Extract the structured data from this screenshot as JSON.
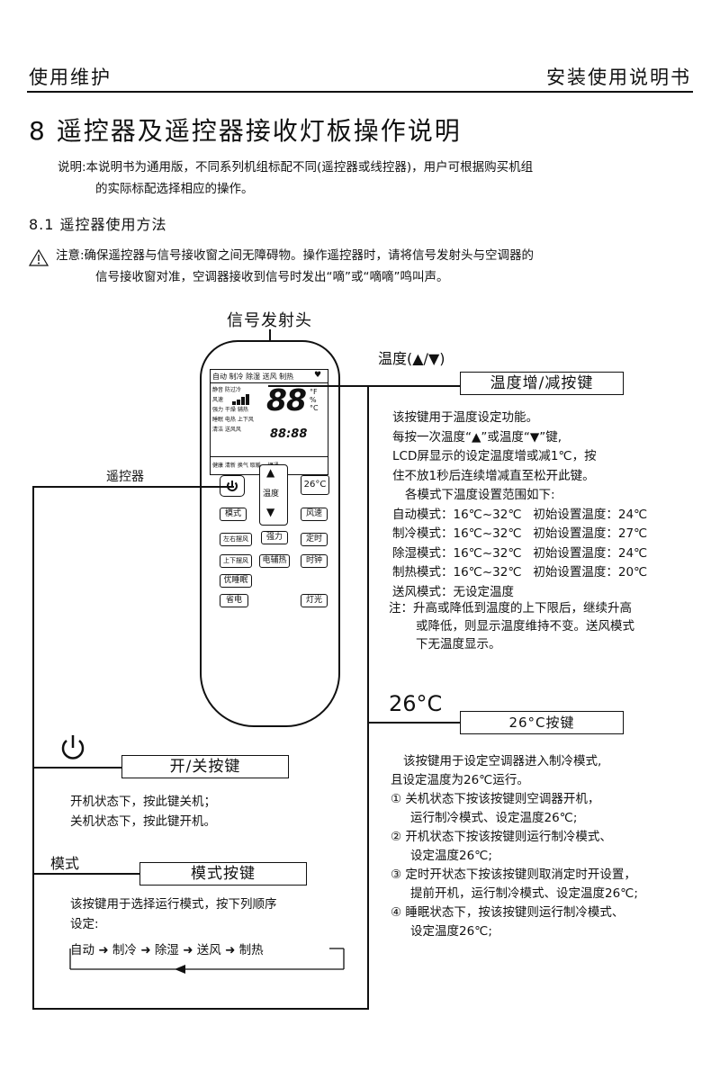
{
  "header": {
    "left": "使用维护",
    "right": "安装使用说明书"
  },
  "title": "8 遥控器及遥控器接收灯板操作说明",
  "intro": [
    "说明:本说明书为通用版，不同系列机组标配不同(遥控器或线控器)，用户可根据购买机组",
    "的实际标配选择相应的操作。"
  ],
  "section": "8.1 遥控器使用方法",
  "caution": [
    "注意:确保遥控器与信号接收窗之间无障碍物。操作遥控器时，请将信号发射头与空调器的",
    "信号接收窗对准，空调器接收到信号时发出“嘀”或“嘀嘀”鸣叫声。"
  ],
  "labels": {
    "emitter": "信号发射头",
    "remote": "遥控器",
    "temp_small": "温度(▲/▼)",
    "c26_big": "26°C",
    "mode_small": "模式"
  },
  "remote": {
    "lcd_top": "自动 制冷 除湿 送风 制热",
    "lcd_digits": "88",
    "lcd_left": [
      "静音 防过冷",
      "风速",
      "强力 干燥 辅热",
      "睡眠 电热 上下风",
      "清洁   送风风"
    ],
    "lcd_time": "88:88",
    "lcd_bottom": "健康 清新 换气 取暖 一键通",
    "buttons": {
      "temp_label": "温度",
      "c26": "26°C",
      "mode": "模式",
      "fan": "风速",
      "swing_lr": "左右摆风",
      "turbo": "强力",
      "timer": "定时",
      "swing_ud": "上下摆风",
      "heater": "电辅热",
      "clock": "时钟",
      "sleep": "优睡眠",
      "eco": "省电",
      "light": "灯光"
    }
  },
  "temp_key": {
    "title": "温度增/减按键",
    "lines": [
      "该按键用于温度设定功能。",
      "每按一次温度“▲”或温度“▼”键,",
      "LCD屏显示的设定温度增或减1℃，按",
      "住不放1秒后连续增减直至松开此键。",
      "各模式下温度设置范围如下:"
    ],
    "modes": [
      {
        "name": "自动模式：",
        "range": "16℃~32℃",
        "init": "初始设置温度：24℃"
      },
      {
        "name": "制冷模式：",
        "range": "16℃~32℃",
        "init": "初始设置温度：27℃"
      },
      {
        "name": "除湿模式：",
        "range": "16℃~32℃",
        "init": "初始设置温度：24℃"
      },
      {
        "name": "制热模式：",
        "range": "16℃~32℃",
        "init": "初始设置温度：20℃"
      }
    ],
    "fan_mode": "送风模式：无设定温度",
    "note": [
      "注：升高或降低到温度的上下限后，继续升高",
      "或降低，则显示温度维持不变。送风模式",
      "下无温度显示。"
    ]
  },
  "c26_key": {
    "title": "26°C按键",
    "lines": [
      "该按键用于设定空调器进入制冷模式,",
      "且设定温度为26℃运行。"
    ],
    "items": [
      [
        "① 关机状态下按该按键则空调器开机，",
        "运行制冷模式、设定温度26℃;"
      ],
      [
        "② 开机状态下按该按键则运行制冷模式、",
        "设定温度26℃;"
      ],
      [
        "③ 定时开状态下按该按键则取消定时开设置，",
        "提前开机，运行制冷模式、设定温度26℃;"
      ],
      [
        "④ 睡眠状态下，按该按键则运行制冷模式、",
        "设定温度26℃;"
      ]
    ]
  },
  "power_key": {
    "title": "开/关按键",
    "lines": [
      "开机状态下，按此键关机；",
      "关机状态下，按此键开机。"
    ]
  },
  "mode_key": {
    "title": "模式按键",
    "lines": [
      "该按键用于选择运行模式，按下列顺序",
      "设定:"
    ],
    "sequence": [
      "自动",
      "制冷",
      "除湿",
      "送风",
      "制热"
    ]
  }
}
